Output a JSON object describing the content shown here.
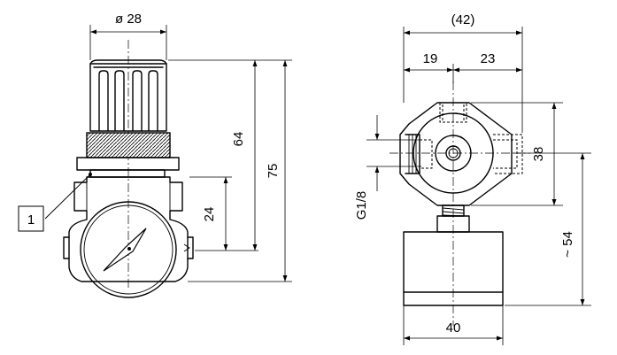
{
  "front_view": {
    "dims": {
      "diameter": "ø 28",
      "height_knob": "64",
      "height_total": "75",
      "height_port": "24"
    },
    "callout": "1"
  },
  "side_view": {
    "dims": {
      "overall_width": "(42)",
      "left_offset": "19",
      "right_offset": "23",
      "body_height": "38",
      "bottom_height": "~ 54",
      "bottom_width": "40",
      "thread": "G1/8"
    }
  }
}
